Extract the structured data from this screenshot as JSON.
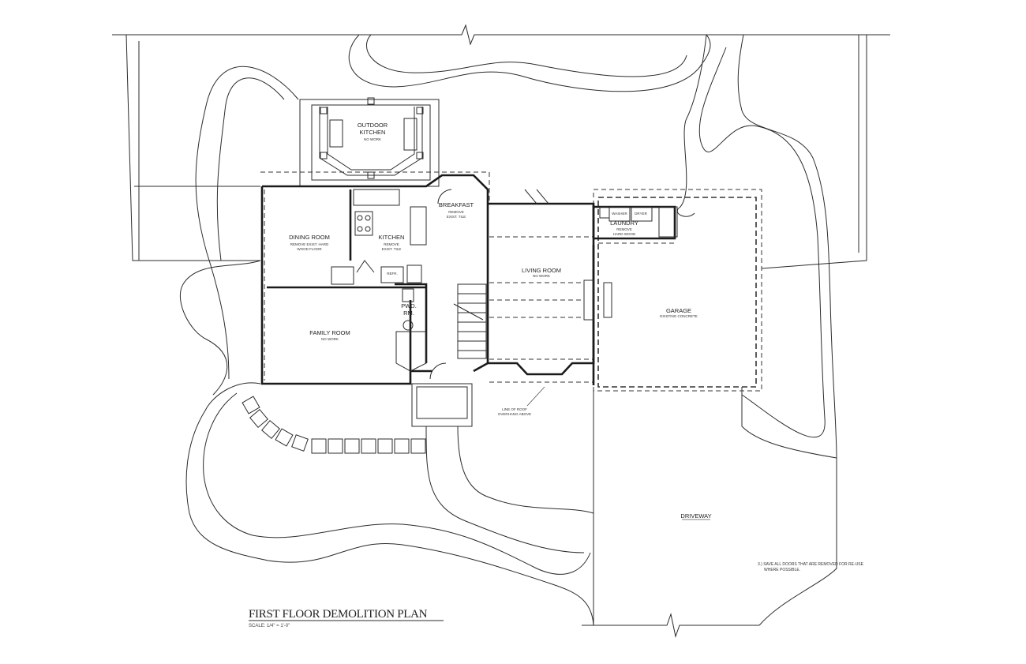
{
  "drawing": {
    "title": "FIRST FLOOR DEMOLITION PLAN",
    "scale": "SCALE: 1/4\" = 1'-0\""
  },
  "rooms": {
    "outdoor_kitchen": {
      "name_line1": "OUTDOOR",
      "name_line2": "KITCHEN",
      "note": "NO WORK"
    },
    "breakfast": {
      "name": "BREAKFAST",
      "note_line1": "REMOVE",
      "note_line2": "EXIST. TILE"
    },
    "dining_room": {
      "name": "DINING ROOM",
      "note_line1": "REMOVE EXIST. HARD",
      "note_line2": "WOOD FLOOR"
    },
    "kitchen": {
      "name": "KITCHEN",
      "note_line1": "REMOVE",
      "note_line2": "EXIST. TILE"
    },
    "living_room": {
      "name": "LIVING ROOM",
      "note": "NO WORK"
    },
    "laundry": {
      "name": "LAUNDRY",
      "note_line1": "REMOVE",
      "note_line2": "HARD WOOD"
    },
    "garage": {
      "name": "GARAGE",
      "note": "EXISTING CONCRETE"
    },
    "family_room": {
      "name": "FAMILY ROOM",
      "note": "NO WORK"
    },
    "powder": {
      "name_line1": "PWD.",
      "name_line2": "RM."
    },
    "driveway": {
      "name": "DRIVEWAY"
    }
  },
  "fixtures": {
    "refr": "REFR.",
    "washer": "WASHER",
    "dryer": "DRYER"
  },
  "annotations": {
    "roof_line1": "LINE OF ROOF",
    "roof_line2": "OVERHANG ABOVE",
    "general_note_line1": "3.)  SAVE ALL DOORS THAT ARE REMOVED FOR RE-USE",
    "general_note_line2": "WHERE POSSIBLE."
  }
}
